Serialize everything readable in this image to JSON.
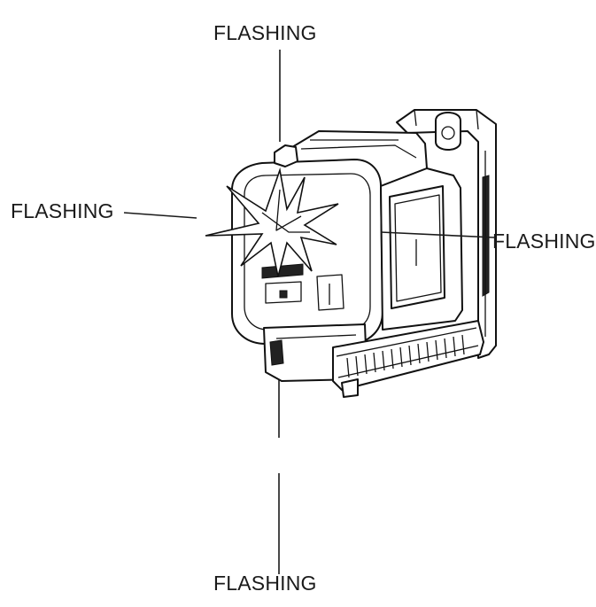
{
  "callouts": [
    {
      "id": "top",
      "label": "FLASHING"
    },
    {
      "id": "left",
      "label": "FLASHING"
    },
    {
      "id": "right",
      "label": "FLASHING"
    },
    {
      "id": "bottom",
      "label": "FLASHING"
    }
  ]
}
